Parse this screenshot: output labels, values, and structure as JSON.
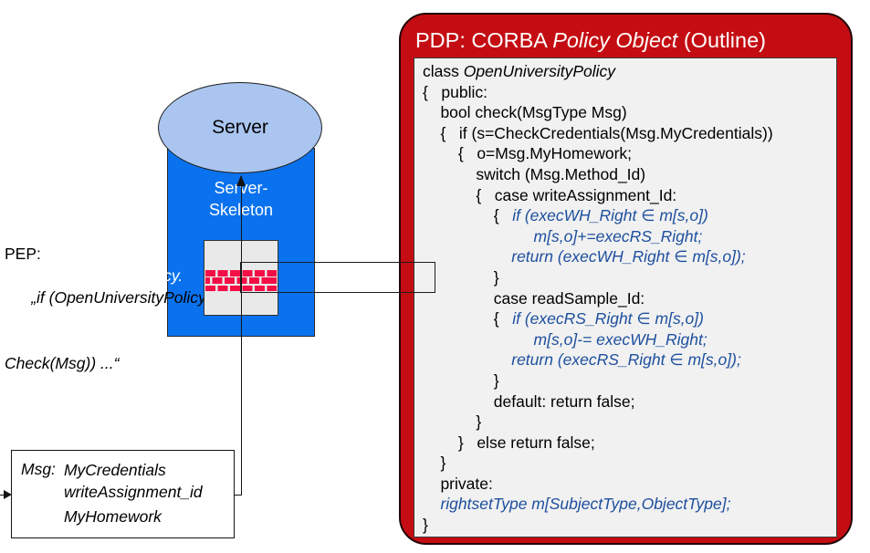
{
  "pdp": {
    "title_segments": [
      [
        "k",
        "PDP: CORBA "
      ],
      [
        "i",
        "Policy Object"
      ],
      [
        "k",
        " (Outline)"
      ]
    ],
    "code_lines": [
      [
        [
          "k",
          "class "
        ],
        [
          "i",
          "OpenUniversityPolicy"
        ]
      ],
      [
        [
          "k",
          "{   public:"
        ]
      ],
      [
        [
          "k",
          "    bool check(MsgType Msg)"
        ]
      ],
      [
        [
          "k",
          "    {   if (s=CheckCredentials(Msg.MyCredentials))"
        ]
      ],
      [
        [
          "k",
          "        {   o=Msg.MyHomework;"
        ]
      ],
      [
        [
          "k",
          "            switch (Msg.Method_Id)"
        ]
      ],
      [
        [
          "k",
          "            {   case writeAssignment_Id:"
        ]
      ],
      [
        [
          "k",
          "                {   "
        ],
        [
          "b",
          "if (execWH_Right ∈ m[s,o])"
        ]
      ],
      [
        [
          "b",
          "                         m[s,o]+=execRS_Right;"
        ]
      ],
      [
        [
          "b",
          "                    return (execWH_Right ∈ m[s,o]);"
        ]
      ],
      [
        [
          "k",
          "                }"
        ]
      ],
      [
        [
          "k",
          "                case readSample_Id:"
        ]
      ],
      [
        [
          "k",
          "                {   "
        ],
        [
          "b",
          "if (execRS_Right ∈ m[s,o])"
        ]
      ],
      [
        [
          "b",
          "                         m[s,o]-= execWH_Right;"
        ]
      ],
      [
        [
          "b",
          "                    return (execRS_Right ∈ m[s,o]);"
        ]
      ],
      [
        [
          "k",
          "                }"
        ]
      ],
      [
        [
          "k",
          "                default: return false;"
        ]
      ],
      [
        [
          "k",
          "            }"
        ]
      ],
      [
        [
          "k",
          "        }   else return false;"
        ]
      ],
      [
        [
          "k",
          "    }"
        ]
      ],
      [
        [
          "k",
          "    private:"
        ]
      ],
      [
        [
          "b",
          "    rightsetType m[SubjectType,ObjectType];"
        ]
      ],
      [
        [
          "k",
          "}"
        ]
      ]
    ]
  },
  "server": {
    "ellipse_label": "Server",
    "skeleton_line1": "Server-",
    "skeleton_line2": "Skeleton"
  },
  "pep": {
    "label": "PEP:",
    "code_line1": "„if (OpenUniversityPolicy.",
    "code_line2": "Check(Msg)) ...“"
  },
  "msg_box": {
    "label": "Msg:",
    "fields": [
      "MyCredentials",
      "writeAssignment_id",
      "MyHomework"
    ]
  },
  "colors": {
    "pdp_red": "#c40d12",
    "code_blue": "#1d4f9e",
    "skeleton_blue": "#0a72ee",
    "ellipse_blue": "#aac5ef",
    "brick_red": "#f30f45",
    "code_bg_gray": "#f1f1f1"
  }
}
